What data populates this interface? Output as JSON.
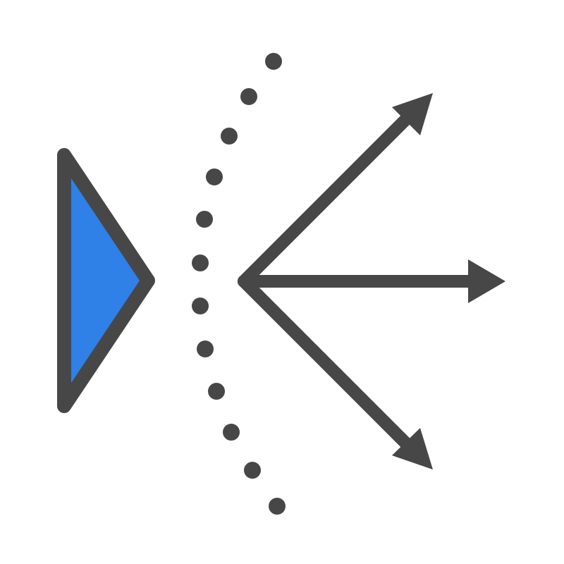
{
  "icon": {
    "name": "signal-emission-icon",
    "colors": {
      "background": "#ffffff",
      "stroke": "#474747",
      "fill_blue": "#2F80E7"
    },
    "parts": {
      "source": "triangle",
      "barrier": "dotted-arc",
      "rays": [
        "up-right",
        "right",
        "down-right"
      ],
      "dot_count": 12
    }
  }
}
